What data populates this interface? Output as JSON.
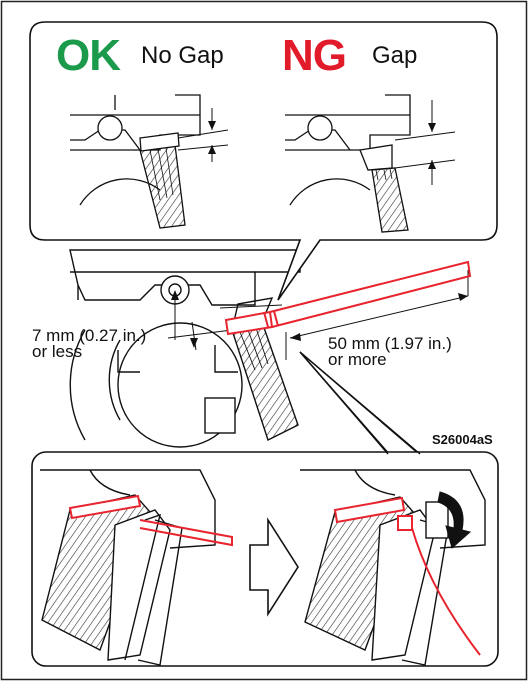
{
  "ok_panel": {
    "badge": "OK",
    "caption": "No Gap",
    "badge_color": "#1a9a4a"
  },
  "ng_panel": {
    "badge": "NG",
    "caption": "Gap",
    "badge_color": "#e21b2a"
  },
  "dimensions": {
    "gap_line1": "7 mm (0.27 in.)",
    "gap_line2": "or less",
    "length_line1": "50 mm (1.97 in.)",
    "length_line2": "or more"
  },
  "figure_code": "S26004aS",
  "colors": {
    "tie": "#e8242e",
    "line": "#111111",
    "hatch": "#333333"
  },
  "icons": [
    "arrow-right-icon",
    "rotate-arrow-icon"
  ]
}
